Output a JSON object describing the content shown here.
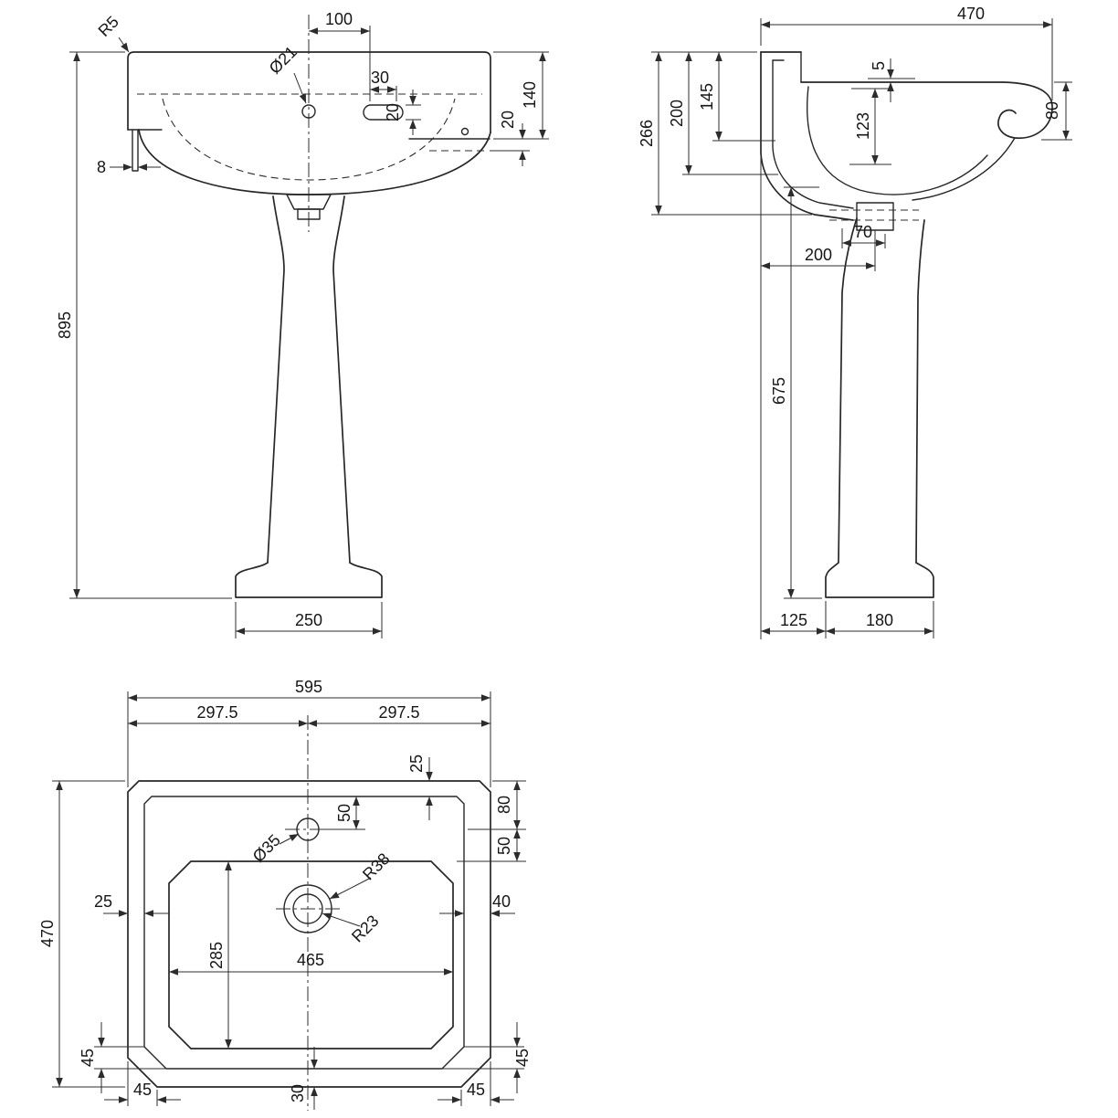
{
  "drawing": {
    "title": "pedestal-basin-technical-drawing",
    "front": {
      "r5": "R5",
      "w100": "100",
      "dia21": "Ø21",
      "w30": "30",
      "h20slot": "20",
      "h140": "140",
      "h20rim": "20",
      "t8": "8",
      "h895": "895",
      "w250": "250"
    },
    "side": {
      "w470": "470",
      "t5": "5",
      "h145": "145",
      "h200": "200",
      "h266": "266",
      "h80": "80",
      "h123": "123",
      "w70": "70",
      "w200": "200",
      "h675": "675",
      "w125": "125",
      "w180": "180"
    },
    "plan": {
      "w595": "595",
      "wHalfL": "297.5",
      "wHalfR": "297.5",
      "t25": "25",
      "d50tap": "50",
      "d80": "80",
      "d50bowl": "50",
      "dia35": "Ø35",
      "r38": "R38",
      "r23": "R23",
      "l25": "25",
      "r40": "40",
      "d285": "285",
      "w465": "465",
      "d470": "470",
      "c45lv": "45",
      "c45lh": "45",
      "b30": "30",
      "c45rh": "45",
      "c45rv": "45"
    }
  }
}
